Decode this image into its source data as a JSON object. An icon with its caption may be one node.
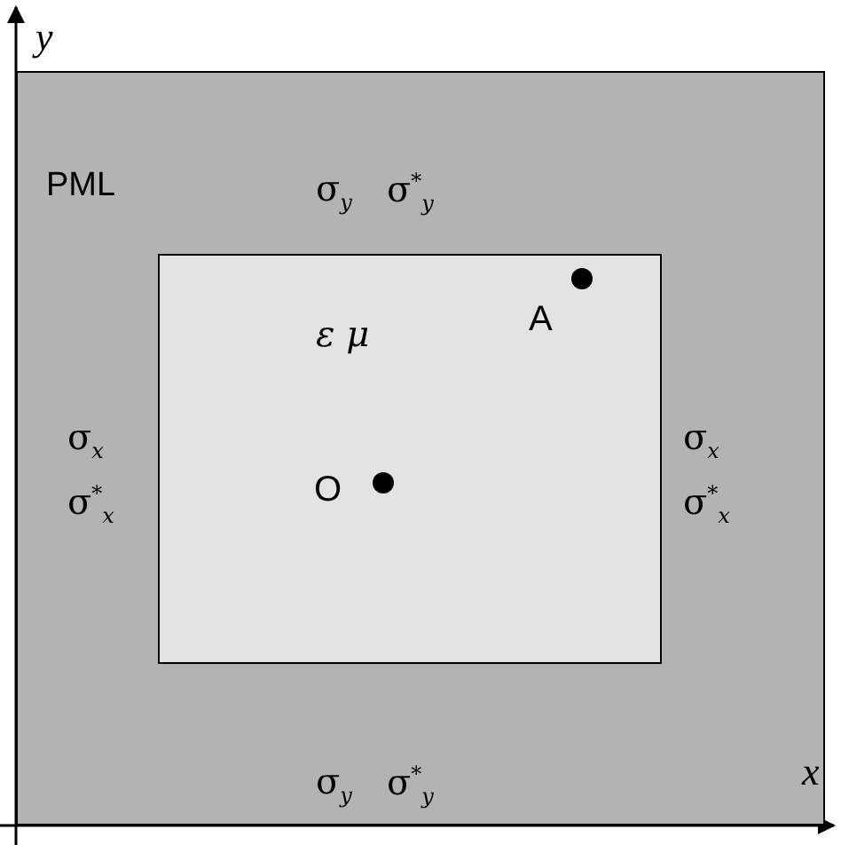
{
  "diagram": {
    "nodes": [
      {
        "text": [
          "PML"
        ]
      },
      {
        "text": [
          "ε μ"
        ],
        "in": 0
      }
    ],
    "labels": [
      "y",
      "σ$_{y}$",
      "σ$^{*}$$_{y}$",
      "A",
      "σ$_{x}$",
      "σ$_{x}$",
      "O",
      "σ$^{*}$$_{x}$",
      "σ$^{*}$$_{x}$",
      "σ$_{y}$",
      "σ$^{*}$$_{y}$",
      "x"
    ]
  }
}
